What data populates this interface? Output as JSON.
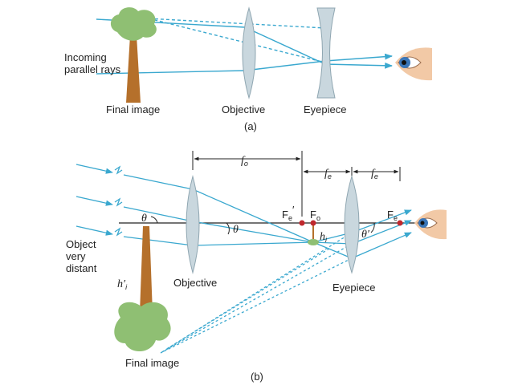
{
  "colors": {
    "ray": "#3aa8cf",
    "lens_fill": "#c9d7de",
    "lens_stroke": "#8fa6b1",
    "trunk": "#b5702b",
    "foliage": "#8fbf73",
    "focal_point": "#c0282d",
    "axis": "#222222"
  },
  "panel_a": {
    "label_incoming": [
      "Incoming",
      "parallel rays"
    ],
    "label_final_image": "Final image",
    "label_objective": "Objective",
    "label_eyepiece": "Eyepiece",
    "caption": "(a)"
  },
  "panel_b": {
    "fo": {
      "sym": "f",
      "sub": "o"
    },
    "fe_left": {
      "sym": "f",
      "sub": "e"
    },
    "fe_right": {
      "sym": "f",
      "sub": "e"
    },
    "Fe_prime": {
      "sym": "F",
      "sub": "e",
      "prime": "′"
    },
    "Fo": {
      "sym": "F",
      "sub": "o"
    },
    "Fe": {
      "sym": "F",
      "sub": "e"
    },
    "hi": {
      "sym": "h",
      "sub": "i"
    },
    "hi_prime": {
      "sym": "h′",
      "sub": "i"
    },
    "theta": "θ",
    "theta_prime": "θ′",
    "label_object": [
      "Object",
      "very",
      "distant"
    ],
    "label_objective": "Objective",
    "label_eyepiece": "Eyepiece",
    "label_final_image": "Final image",
    "caption": "(b)"
  },
  "icons": {
    "eye_a": "eye-icon",
    "eye_b": "eye-icon",
    "tree_a": "tree-icon",
    "tree_b": "tree-icon"
  }
}
